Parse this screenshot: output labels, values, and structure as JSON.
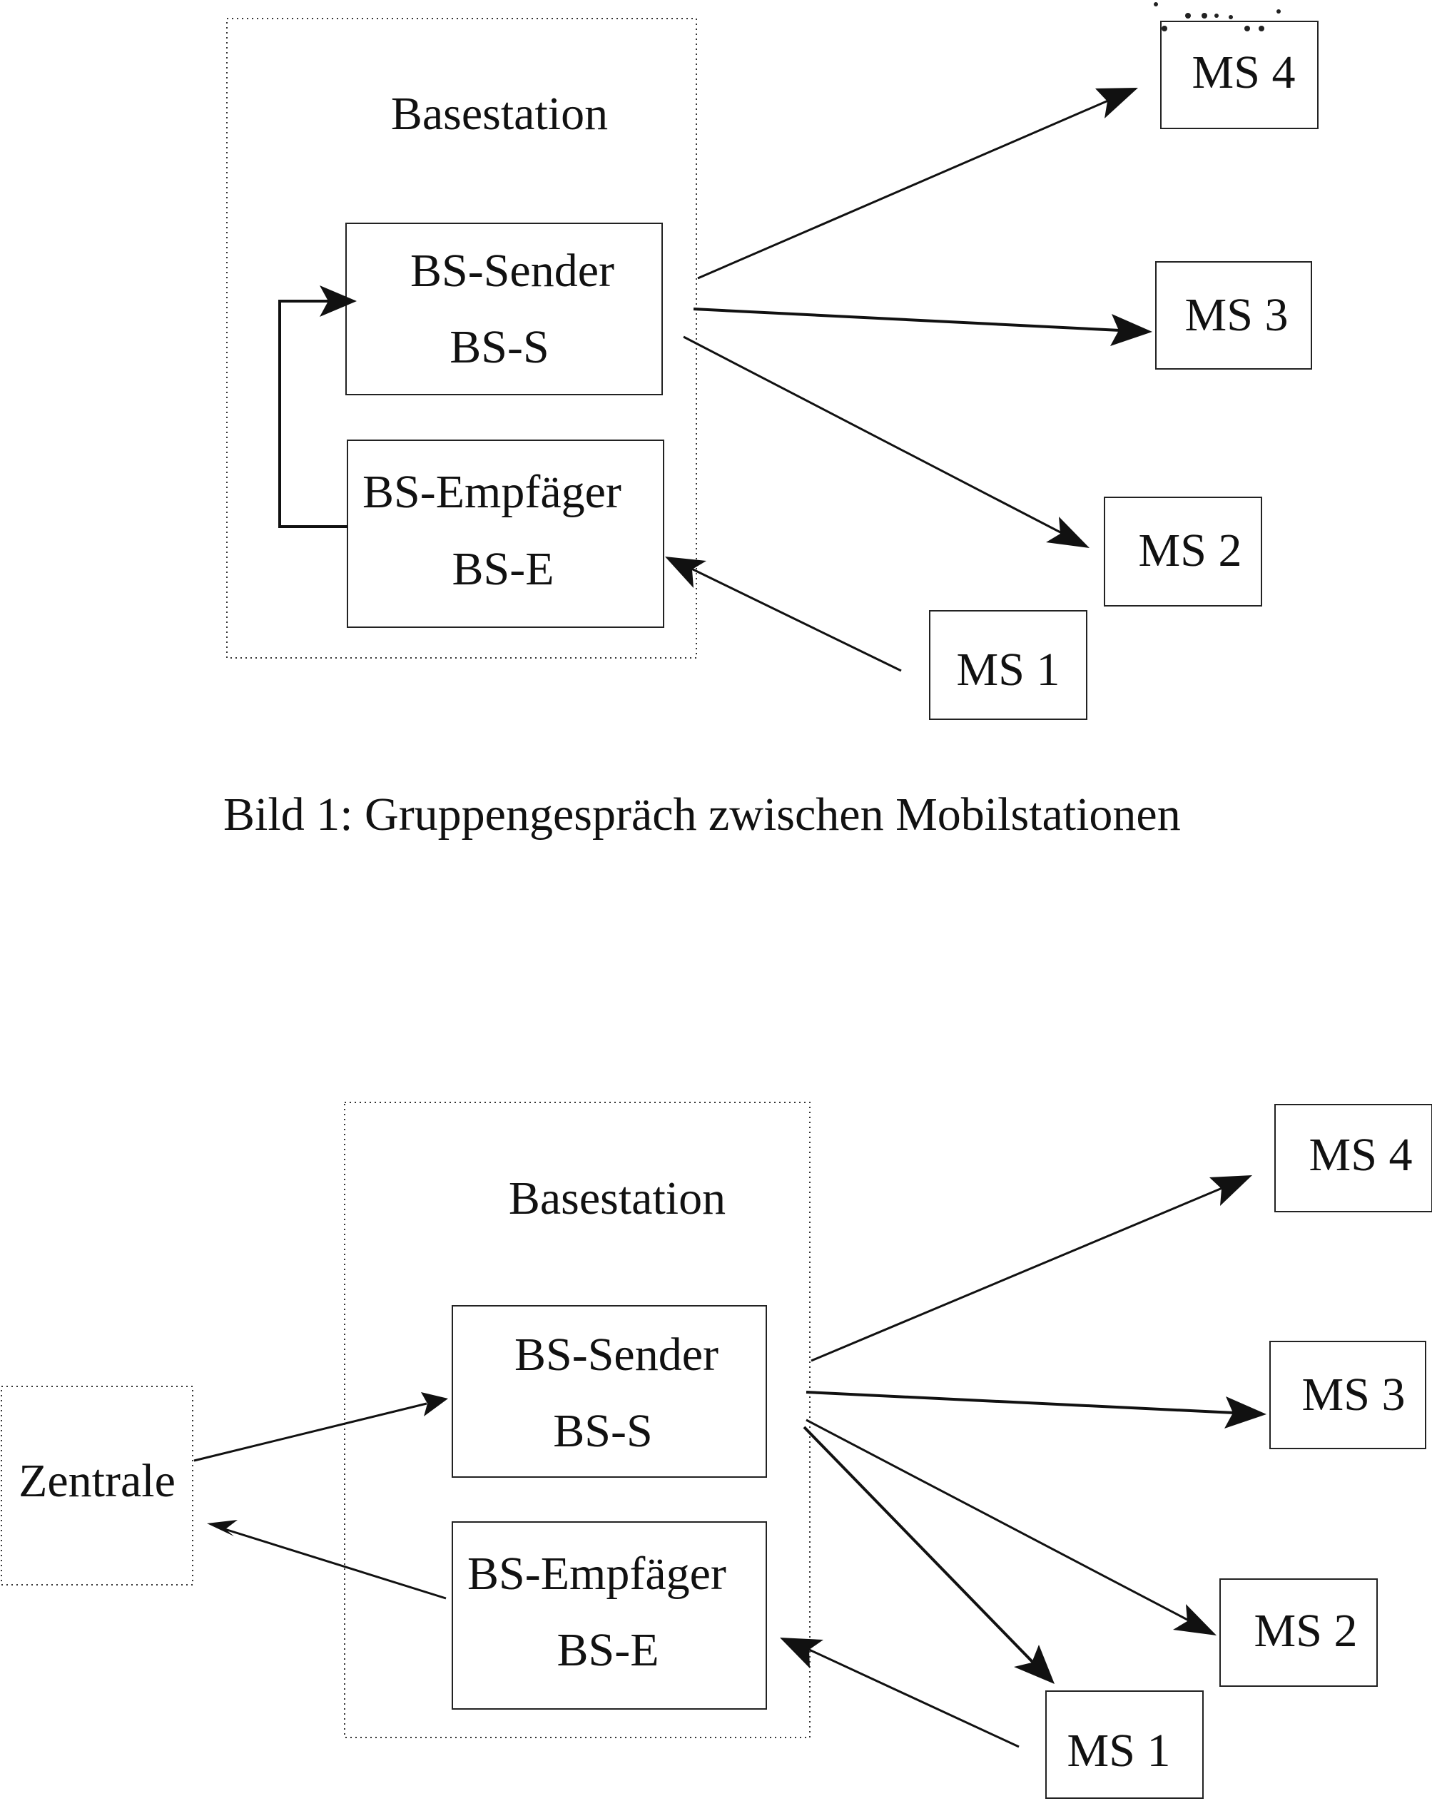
{
  "figure1": {
    "basestation_label": "Basestation",
    "sender_line1": "BS-Sender",
    "sender_line2": "BS-S",
    "receiver_line1": "BS-Empfäger",
    "receiver_line2": "BS-E",
    "ms4": "MS 4",
    "ms3": "MS 3",
    "ms2": "MS 2",
    "ms1": "MS 1",
    "caption": "Bild 1: Gruppengespräch zwischen Mobilstationen"
  },
  "figure2": {
    "basestation_label": "Basestation",
    "sender_line1": "BS-Sender",
    "sender_line2": "BS-S",
    "receiver_line1": "BS-Empfäger",
    "receiver_line2": "BS-E",
    "central_label": "Zentrale",
    "ms4": "MS 4",
    "ms3": "MS 3",
    "ms2": "MS 2",
    "ms1": "MS 1"
  }
}
